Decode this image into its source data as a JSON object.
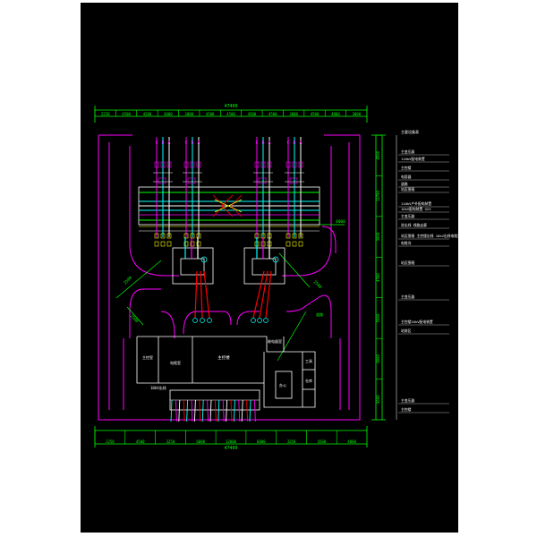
{
  "dimensions": {
    "top_total": "47400",
    "top_segments": [
      "2250",
      "4500",
      "4500",
      "3000",
      "3000",
      "4500",
      "4500",
      "4500",
      "4500",
      "3000",
      "4500",
      "4000",
      "3000"
    ],
    "bottom_total": "47400",
    "bottom_segments": [
      "2250",
      "4500",
      "3250",
      "6000",
      "12000",
      "6000",
      "3250",
      "4500",
      "4000"
    ],
    "right_segments": [
      "4500",
      "12700",
      "3000",
      "4500",
      "5000",
      "8000",
      "3000"
    ]
  },
  "phase_letters": [
    "C",
    "B",
    "A"
  ],
  "labels": {
    "dim_2500a": "2500",
    "dim_2500b": "2500",
    "dim_2500c": "2500",
    "dim_4000": "4000",
    "road": "道路",
    "main_building": "主控楼",
    "control_room": "主控室",
    "cable_room": "电缆室",
    "relay_room": "继电器室",
    "tool": "工具",
    "warehouse": "仓库",
    "office": "办公",
    "line_note": "10kV出线"
  },
  "legend": {
    "title": "主要设备表",
    "items": [
      "主变压器",
      "110kV配电装置",
      "主控楼",
      "电容器",
      "道路",
      "站区围墙",
      "110kV户外配电装置",
      "10kV配电装置  GIS",
      "主变压器",
      "进出线 线路走廊",
      "站区围墙 主控楼出线 10kV出线电缆沟",
      "电缆沟",
      "站区围墙",
      "主变压器",
      "主控楼10kV配电装置",
      "站前区",
      "主变压器",
      "主控楼"
    ]
  },
  "colors": {
    "background": "#000000",
    "dimension": "#00ff00",
    "wall": "#ff00ff",
    "equipment": "#ffffff",
    "phase": "#ff00ff",
    "busbar_cyan": "#00ffff",
    "busbar_blue": "#0000ff",
    "conductor_red": "#ff0000",
    "yellow": "#ffff00"
  }
}
